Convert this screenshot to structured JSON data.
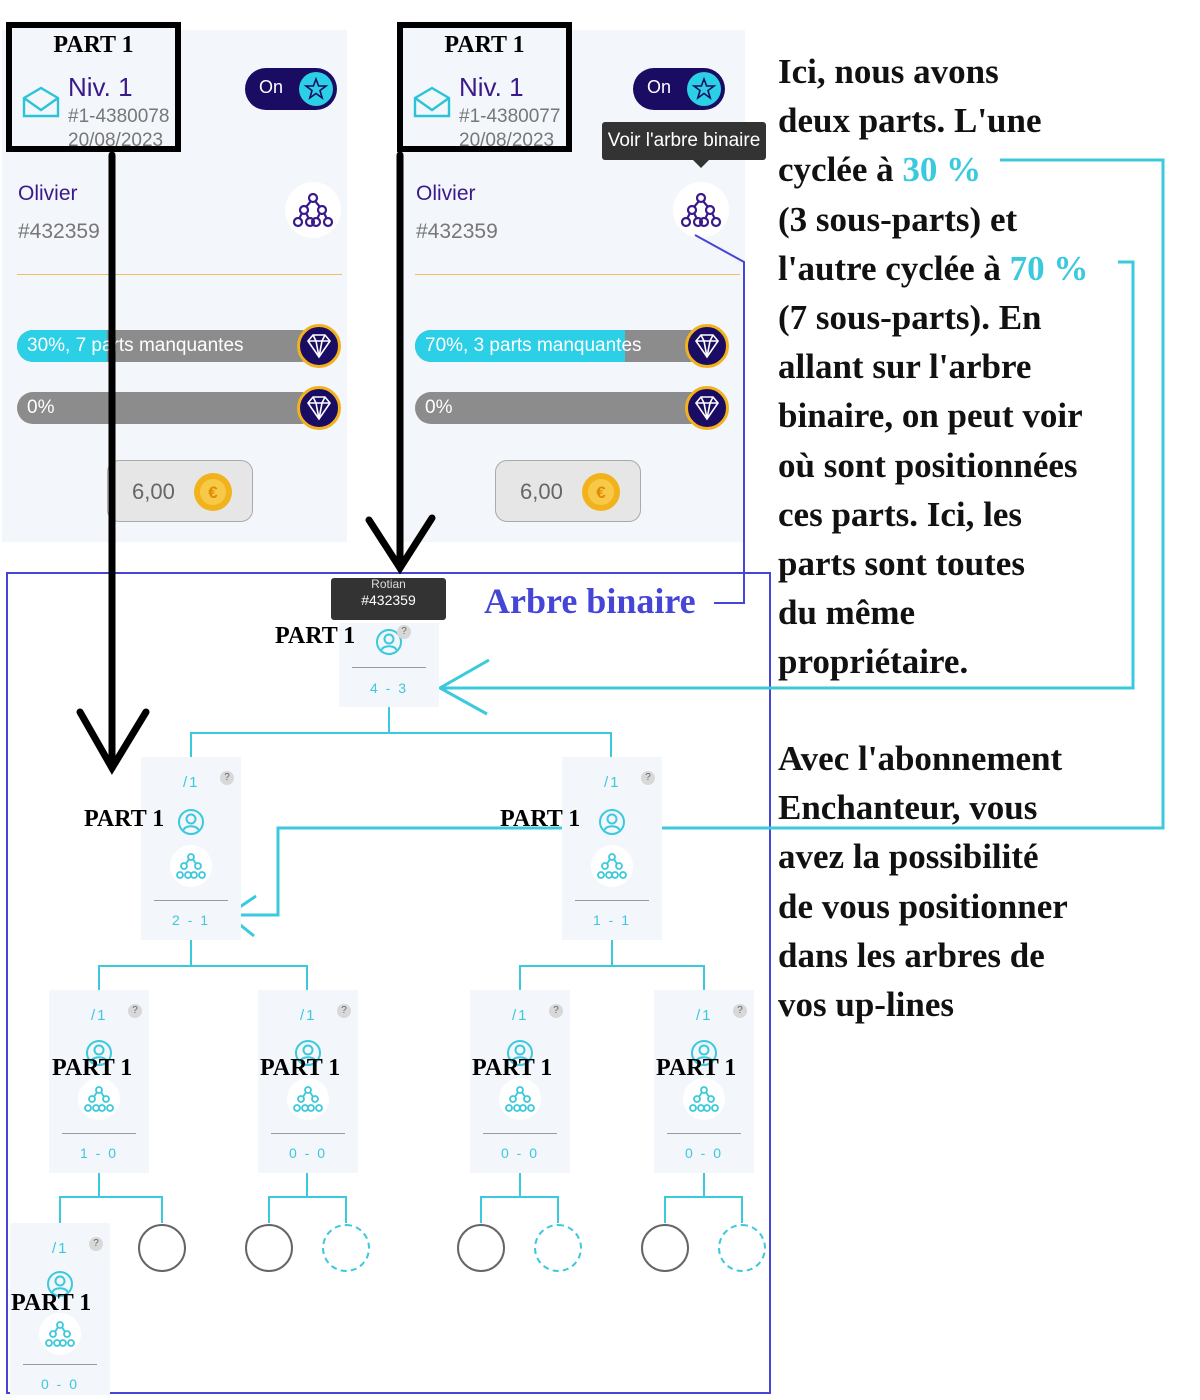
{
  "cards": [
    {
      "part_label": "PART 1",
      "level": "Niv. 1",
      "part_id": "#1-4380078",
      "date": "20/08/2023",
      "toggle": "On",
      "owner_name": "Olivier",
      "owner_id": "#432359",
      "bar1": {
        "text": "30%, 7 parts manquantes",
        "progress": 0.3
      },
      "bar2": {
        "text": "0%",
        "progress": 0
      },
      "price": "6,00"
    },
    {
      "part_label": "PART 1",
      "level": "Niv. 1",
      "part_id": "#1-4380077",
      "date": "20/08/2023",
      "toggle": "On",
      "owner_name": "Olivier",
      "owner_id": "#432359",
      "bar1": {
        "text": "70%, 3 parts manquantes",
        "progress": 0.7
      },
      "bar2": {
        "text": "0%",
        "progress": 0
      },
      "price": "6,00",
      "tooltip": "Voir l'arbre binaire"
    }
  ],
  "tree": {
    "label": "Arbre binaire",
    "root_tooltip": {
      "name": "Rotian",
      "id": "#432359"
    },
    "root": {
      "part_label": "PART 1",
      "ratio": "4 - 3",
      "q": "?"
    },
    "level1": [
      {
        "frac": "/1",
        "part_label": "PART 1",
        "ratio": "2 - 1",
        "q": "?"
      },
      {
        "frac": "/1",
        "part_label": "PART 1",
        "ratio": "1 - 1",
        "q": "?"
      }
    ],
    "level2": [
      {
        "frac": "/1",
        "part_label": "PART 1",
        "ratio": "1 - 0",
        "q": "?"
      },
      {
        "frac": "/1",
        "part_label": "PART 1",
        "ratio": "0 - 0",
        "q": "?"
      },
      {
        "frac": "/1",
        "part_label": "PART 1",
        "ratio": "0 - 0",
        "q": "?"
      },
      {
        "frac": "/1",
        "part_label": "PART 1",
        "ratio": "0 - 0",
        "q": "?"
      }
    ],
    "level3": [
      {
        "frac": "/1",
        "part_label": "PART 1",
        "ratio": "0 - 0",
        "q": "?"
      }
    ]
  },
  "explanation": {
    "lines": [
      "Ici, nous avons",
      "deux parts. L'une",
      "cyclée à ",
      "30 %",
      "(3 sous-parts) et",
      "l'autre cyclée à ",
      "70 %",
      "(7 sous-parts). En",
      "allant sur l'arbre",
      "binaire, on peut voir",
      "où sont positionnées",
      "ces parts. Ici, les",
      "parts sont toutes",
      "du même",
      "propriétaire."
    ],
    "lines2": [
      "Avec l'abonnement",
      "Enchanteur, vous",
      "avez la possibilité",
      "de vous positionner",
      "dans les arbres de",
      "vos up-lines"
    ]
  },
  "colors": {
    "accent": "#3bc9dd",
    "brand": "#1b0c63",
    "annotation_blue": "#4545d6",
    "gold": "#f2b21c"
  },
  "icons": [
    "envelope-icon",
    "star-icon",
    "binary-tree-icon",
    "diamond-icon",
    "euro-coin-icon",
    "user-icon",
    "help-icon"
  ]
}
